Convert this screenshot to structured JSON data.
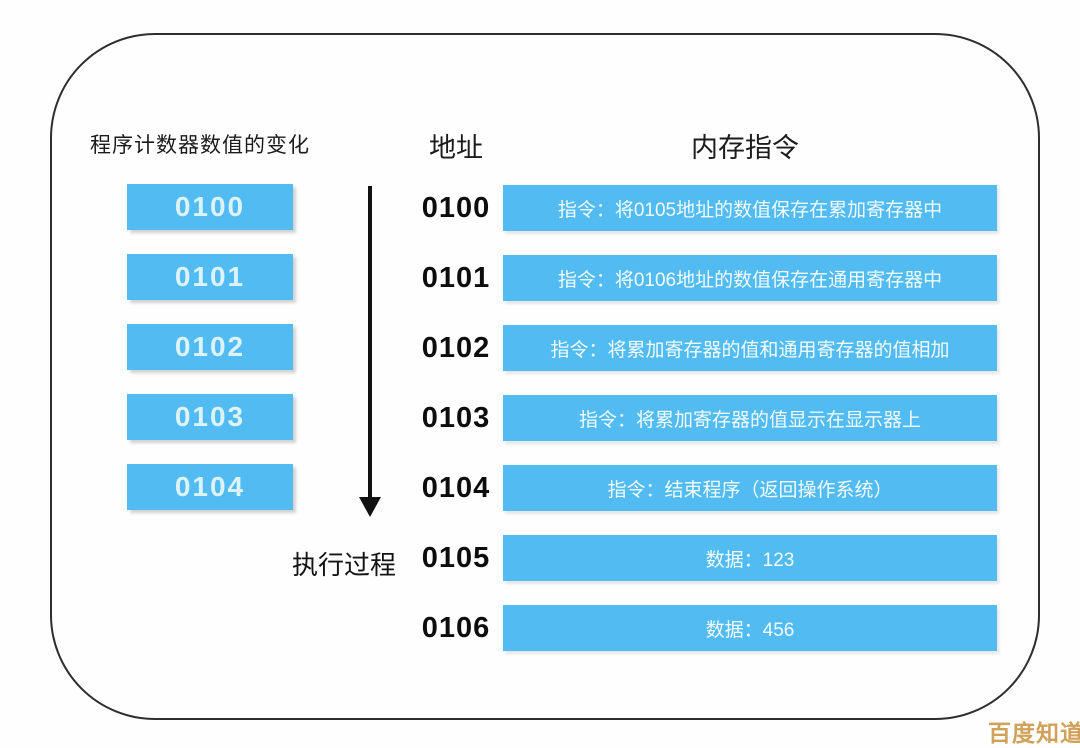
{
  "colors": {
    "accent_blue": "#52bbf2",
    "frame_border": "#2e2e2e",
    "watermark_gold": "#d2a159"
  },
  "headers": {
    "pc_column": "程序计数器数值的变化",
    "address_column": "地址",
    "memory_column": "内存指令"
  },
  "execution_label": "执行过程",
  "pc_values": [
    "0100",
    "0101",
    "0102",
    "0103",
    "0104"
  ],
  "memory_rows": [
    {
      "address": "0100",
      "content": "指令：将0105地址的数值保存在累加寄存器中"
    },
    {
      "address": "0101",
      "content": "指令：将0106地址的数值保存在通用寄存器中"
    },
    {
      "address": "0102",
      "content": "指令：将累加寄存器的值和通用寄存器的值相加"
    },
    {
      "address": "0103",
      "content": "指令：将累加寄存器的值显示在显示器上"
    },
    {
      "address": "0104",
      "content": "指令：结束程序（返回操作系统）"
    },
    {
      "address": "0105",
      "content": "数据：123"
    },
    {
      "address": "0106",
      "content": "数据：456"
    }
  ],
  "watermark": "百度知道"
}
